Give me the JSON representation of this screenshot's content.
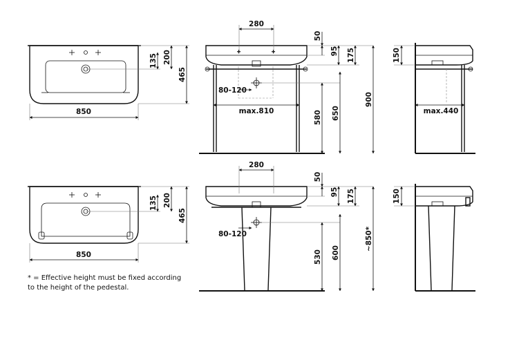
{
  "dimensions": {
    "top_plan": {
      "width": "850",
      "depth_total": "465",
      "depth_bowl": "200",
      "tap_offset": "135"
    },
    "top_front": {
      "tap_spacing": "280",
      "rim_height": "50",
      "bowl_height": "95",
      "overall_height": "175",
      "trap_offset": "80-120",
      "max_width": "max.810",
      "rail_height": "580",
      "waste_height": "650",
      "total_height": "900"
    },
    "top_side": {
      "bowl_depth": "150",
      "max_depth": "max.440"
    },
    "bottom_plan": {
      "width": "850",
      "depth_total": "465",
      "depth_bowl": "200",
      "tap_offset": "135"
    },
    "bottom_front": {
      "tap_spacing": "280",
      "rim_height": "50",
      "bowl_height": "95",
      "overall_height": "175",
      "trap_offset": "80-120",
      "pedestal_height": "530",
      "waste_height": "600",
      "total_height": "~850*"
    },
    "bottom_side": {
      "bowl_depth": "150"
    }
  },
  "footnote": {
    "line1": "* = Effective height must be fixed according",
    "line2": "to the height of the pedestal."
  }
}
